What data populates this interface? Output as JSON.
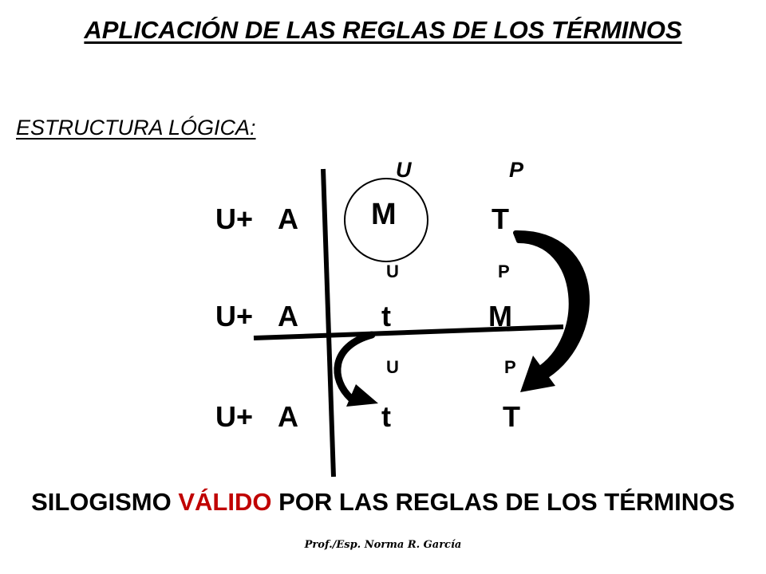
{
  "title": "APLICACIÓN DE LAS REGLAS DE LOS TÉRMINOS",
  "subtitle": "ESTRUCTURA LÓGICA:",
  "premise1": {
    "quant_top": "U",
    "pred_top": "P",
    "quantity": "U+",
    "type": "A",
    "subject": "M",
    "predicate": "T"
  },
  "premise2": {
    "quant_top": "U",
    "pred_top": "P",
    "quantity": "U+",
    "type": "A",
    "subject": "t",
    "predicate": "M"
  },
  "conclusion_line": {
    "quant_top": "U",
    "pred_top": "P",
    "quantity": "U+",
    "type": "A",
    "subject": "t",
    "predicate": "T"
  },
  "verdict": {
    "part1": "SILOGISMO ",
    "highlight": "VÁLIDO",
    "part2": " POR LAS REGLAS DE LOS TÉRMINOS"
  },
  "footer": "Prof./Esp. Norma R. García",
  "colors": {
    "highlight": "#c00000",
    "ink": "#000000"
  }
}
